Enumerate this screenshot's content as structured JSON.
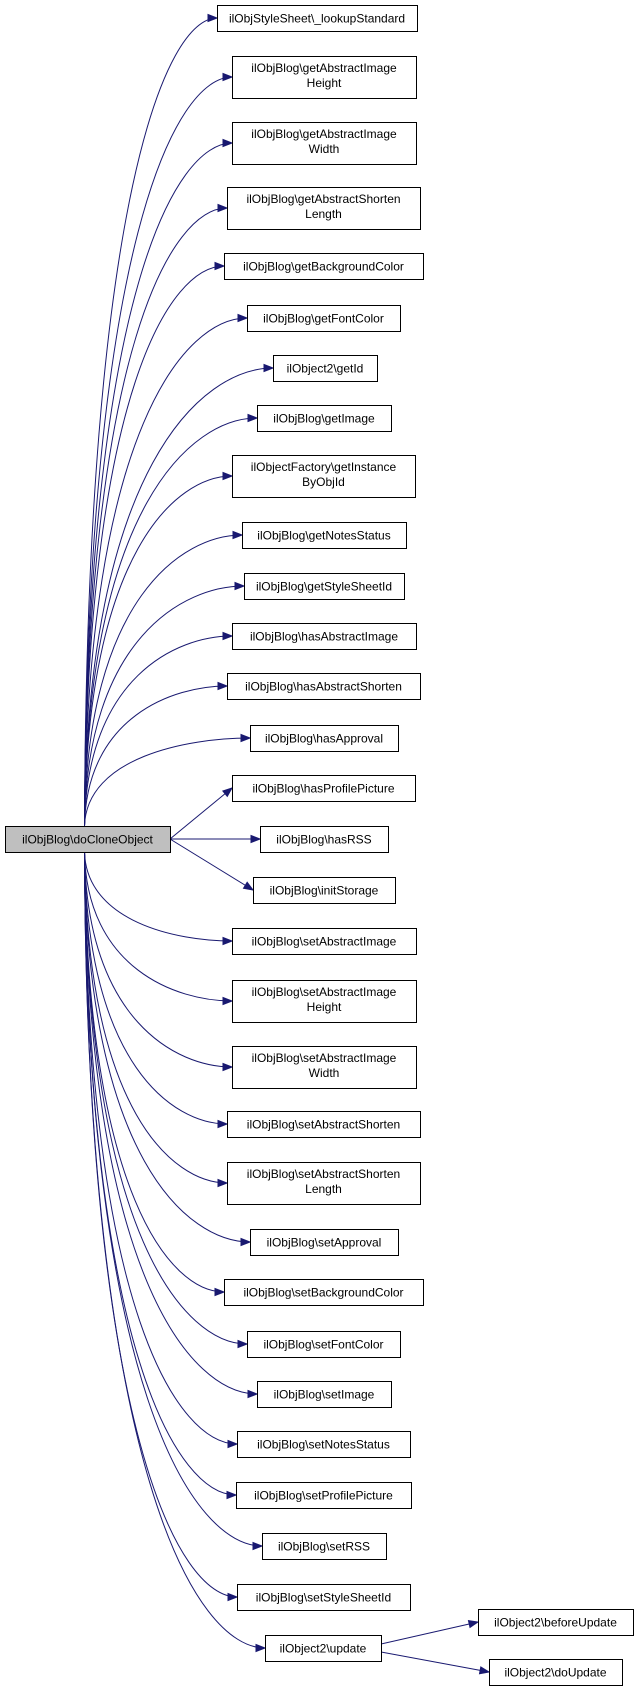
{
  "graph": {
    "root": "ilObjBlog\\doCloneObject",
    "callees": [
      [
        "ilObjStyleSheet\\_lookupStandard"
      ],
      [
        "ilObjBlog\\getAbstractImage",
        "Height"
      ],
      [
        "ilObjBlog\\getAbstractImage",
        "Width"
      ],
      [
        "ilObjBlog\\getAbstractShorten",
        "Length"
      ],
      [
        "ilObjBlog\\getBackgroundColor"
      ],
      [
        "ilObjBlog\\getFontColor"
      ],
      [
        "ilObject2\\getId"
      ],
      [
        "ilObjBlog\\getImage"
      ],
      [
        "ilObjectFactory\\getInstance",
        "ByObjId"
      ],
      [
        "ilObjBlog\\getNotesStatus"
      ],
      [
        "ilObjBlog\\getStyleSheetId"
      ],
      [
        "ilObjBlog\\hasAbstractImage"
      ],
      [
        "ilObjBlog\\hasAbstractShorten"
      ],
      [
        "ilObjBlog\\hasApproval"
      ],
      [
        "ilObjBlog\\hasProfilePicture"
      ],
      [
        "ilObjBlog\\hasRSS"
      ],
      [
        "ilObjBlog\\initStorage"
      ],
      [
        "ilObjBlog\\setAbstractImage"
      ],
      [
        "ilObjBlog\\setAbstractImage",
        "Height"
      ],
      [
        "ilObjBlog\\setAbstractImage",
        "Width"
      ],
      [
        "ilObjBlog\\setAbstractShorten"
      ],
      [
        "ilObjBlog\\setAbstractShorten",
        "Length"
      ],
      [
        "ilObjBlog\\setApproval"
      ],
      [
        "ilObjBlog\\setBackgroundColor"
      ],
      [
        "ilObjBlog\\setFontColor"
      ],
      [
        "ilObjBlog\\setImage"
      ],
      [
        "ilObjBlog\\setNotesStatus"
      ],
      [
        "ilObjBlog\\setProfilePicture"
      ],
      [
        "ilObjBlog\\setRSS"
      ],
      [
        "ilObjBlog\\setStyleSheetId"
      ],
      [
        "ilObject2\\update"
      ]
    ],
    "subcallees": {
      "parent": "ilObject2\\update",
      "items": [
        [
          "ilObject2\\beforeUpdate"
        ],
        [
          "ilObject2\\doUpdate"
        ]
      ]
    },
    "colors": {
      "edge": "#191970",
      "root_fill": "#bfbfbf",
      "node_fill": "#ffffff",
      "border": "#000000"
    }
  }
}
